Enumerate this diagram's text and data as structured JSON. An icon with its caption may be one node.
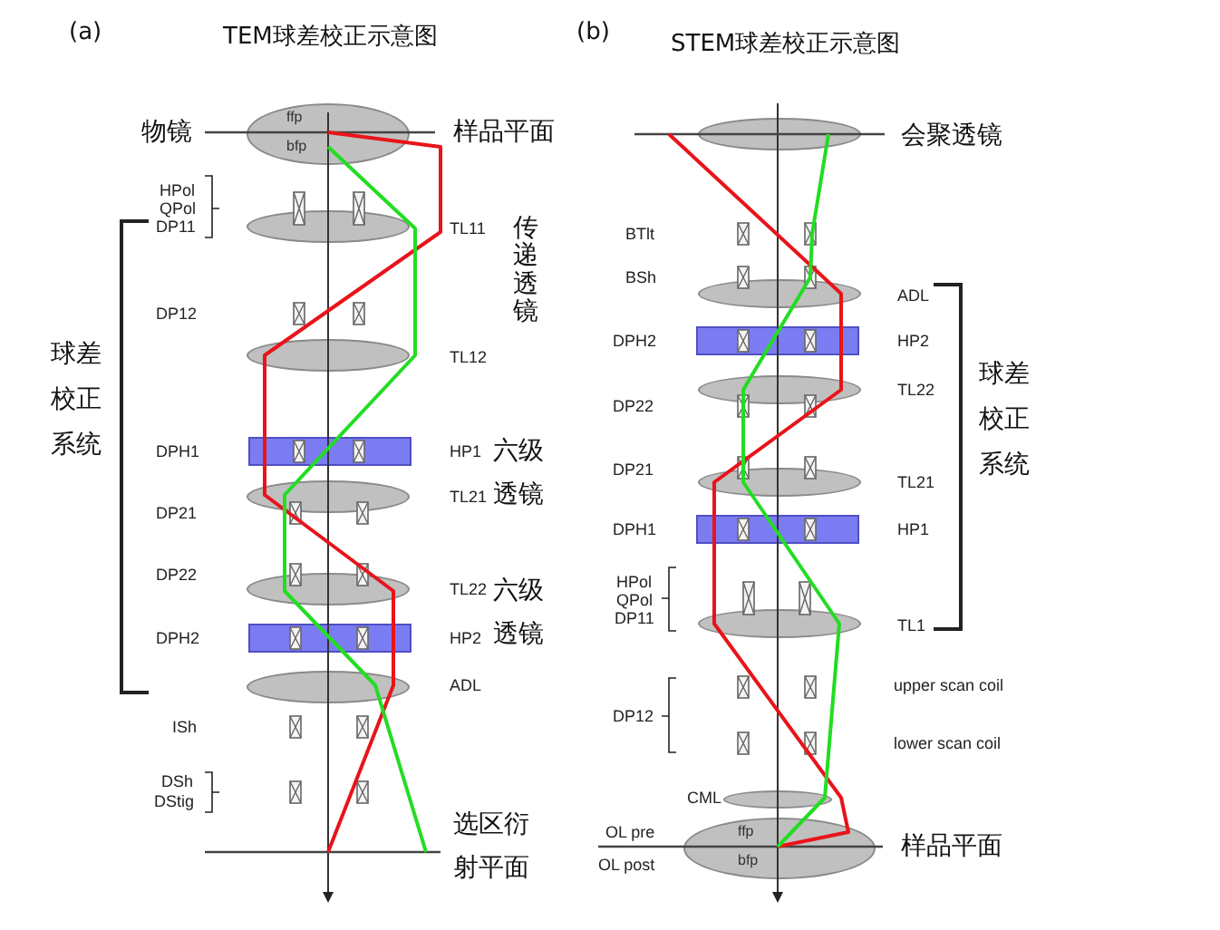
{
  "diagram": {
    "nodes": [
      {
        "text": [
          "ffp",
          "bfp"
        ],
        "beside": [
          "物镜"
        ]
      },
      {
        "text": [],
        "shape": "ellipse",
        "beside": [
          "TL11"
        ]
      },
      {
        "text": [],
        "shape": "ellipse",
        "beside": [
          "TL12"
        ]
      },
      {
        "text": [],
        "shape": "bar",
        "beside": [
          "DPH1",
          "HP1"
        ]
      },
      {
        "text": [],
        "shape": "ellipse",
        "beside": [
          "TL21"
        ]
      },
      {
        "text": [],
        "shape": "ellipse",
        "beside": [
          "TL22"
        ]
      },
      {
        "text": [],
        "shape": "bar",
        "beside": [
          "DPH2",
          "HP2"
        ]
      },
      {
        "text": [],
        "shape": "ellipse",
        "beside": [
          "ADL"
        ]
      },
      {
        "text": [],
        "shape": "ellipse",
        "beside": [
          "会聚透镜"
        ]
      },
      {
        "text": [],
        "shape": "ellipse",
        "beside": [
          "ADL"
        ]
      },
      {
        "text": [],
        "shape": "bar",
        "beside": [
          "DPH2",
          "HP2"
        ]
      },
      {
        "text": [],
        "shape": "ellipse",
        "beside": [
          "TL22"
        ]
      },
      {
        "text": [],
        "shape": "ellipse",
        "beside": [
          "TL21"
        ]
      },
      {
        "text": [],
        "shape": "bar",
        "beside": [
          "DPH1",
          "HP1"
        ]
      },
      {
        "text": [],
        "shape": "ellipse",
        "beside": [
          "TL1"
        ]
      },
      {
        "text": [],
        "shape": "ellipse",
        "beside": [
          "CML"
        ]
      },
      {
        "text": [
          "ffp",
          "bfp"
        ],
        "beside": [
          "OL pre",
          "OL post"
        ]
      }
    ],
    "labels": [
      "(a)",
      "TEM球差校正示意图",
      "样品平面",
      "HPol",
      "QPol",
      "DP11",
      "传递透镜",
      "DP12",
      "球差校正系统",
      "六级透镜",
      "DP21",
      "DP22",
      "六级透镜",
      "ISh",
      "DSh",
      "DStig",
      "选区衍射平面",
      "(b)",
      "STEM球差校正示意图",
      "BTlt",
      "BSh",
      "DP22",
      "球差校正系统",
      "DP21",
      "HPol",
      "QPol",
      "DP11",
      "DP12",
      "upper scan coil",
      "lower scan coil",
      "样品平面"
    ]
  }
}
